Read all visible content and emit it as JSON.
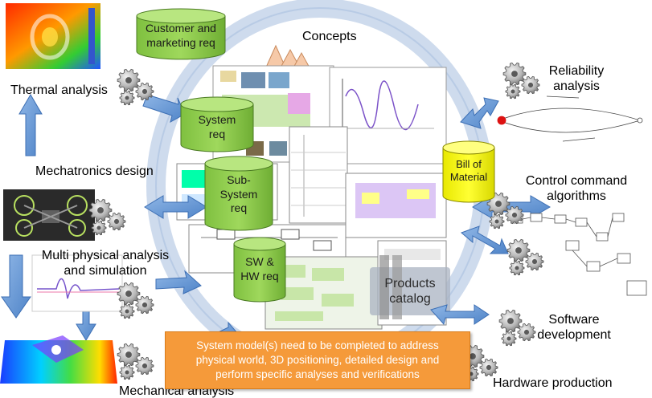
{
  "center": {
    "concepts_label": "Concepts",
    "customer_req": [
      "Customer and",
      "marketing req"
    ],
    "system_req": [
      "System",
      "req"
    ],
    "subsystem_req": [
      "Sub-",
      "System",
      "req"
    ],
    "sw_hw_req": [
      "SW &",
      "HW req"
    ],
    "bill_of_material": [
      "Bill of",
      "Material"
    ],
    "products_catalog": [
      "Products",
      "catalog"
    ]
  },
  "left_labels": {
    "thermal": "Thermal analysis",
    "mechatronics": "Mechatronics design",
    "multi_physical": [
      "Multi physical analysis",
      "and simulation"
    ],
    "mechanical": "Mechanical analysis"
  },
  "right_labels": {
    "reliability": [
      "Reliability",
      "analysis"
    ],
    "control": [
      "Control command",
      "algorithms"
    ],
    "software": [
      "Software",
      "development"
    ],
    "hardware": "Hardware production"
  },
  "note": [
    "System model(s) need to be completed to address",
    "physical world, 3D positioning, detailed design and",
    "perform specific analyses and verifications"
  ],
  "colors": {
    "green_cylinder": "#92d050",
    "yellow_cylinder": "#ffff00",
    "ring": "#c9d7eb",
    "arrow_blue": "#6b9bd8",
    "note_orange": "#f59a3a"
  }
}
